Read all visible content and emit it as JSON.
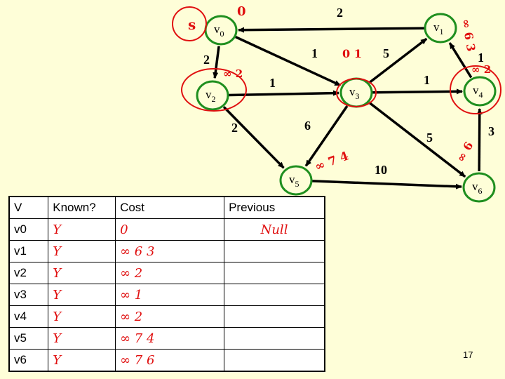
{
  "graph": {
    "nodes": [
      {
        "id": "v0",
        "label": "v",
        "sub": "0"
      },
      {
        "id": "v1",
        "label": "v",
        "sub": "1"
      },
      {
        "id": "v2",
        "label": "v",
        "sub": "2"
      },
      {
        "id": "v3",
        "label": "v",
        "sub": "3"
      },
      {
        "id": "v4",
        "label": "v",
        "sub": "4"
      },
      {
        "id": "v5",
        "label": "v",
        "sub": "5"
      },
      {
        "id": "v6",
        "label": "v",
        "sub": "6"
      }
    ],
    "edges": [
      {
        "from": "v1",
        "to": "v0",
        "weight": "2"
      },
      {
        "from": "v0",
        "to": "v3",
        "weight": "1"
      },
      {
        "from": "v0",
        "to": "v2",
        "weight": "2"
      },
      {
        "from": "v3",
        "to": "v1",
        "weight": "5"
      },
      {
        "from": "v4",
        "to": "v1",
        "weight": "1"
      },
      {
        "from": "v2",
        "to": "v3",
        "weight": "1"
      },
      {
        "from": "v3",
        "to": "v4",
        "weight": "1"
      },
      {
        "from": "v2",
        "to": "v5",
        "weight": "2"
      },
      {
        "from": "v3",
        "to": "v5",
        "weight": "6"
      },
      {
        "from": "v3",
        "to": "v6",
        "weight": "5"
      },
      {
        "from": "v5",
        "to": "v6",
        "weight": "10"
      },
      {
        "from": "v6",
        "to": "v4",
        "weight": "3"
      }
    ],
    "annotations": {
      "start_mark": "s",
      "v0": "0",
      "v1": "∞ 6 3",
      "v2": "∞ 2",
      "v3": "0 1",
      "v4": "∞ 2",
      "v5": "∞ 7 4",
      "v6": "∞ 6"
    }
  },
  "table": {
    "headers": [
      "V",
      "Known?",
      "Cost",
      "Previous"
    ],
    "rows": [
      {
        "v": "v0",
        "known": "Y",
        "cost": "0",
        "previous": "Null"
      },
      {
        "v": "v1",
        "known": "Y",
        "cost": "∞ 6 3",
        "previous": ""
      },
      {
        "v": "v2",
        "known": "Y",
        "cost": "∞ 2",
        "previous": ""
      },
      {
        "v": "v3",
        "known": "Y",
        "cost": "∞ 1",
        "previous": ""
      },
      {
        "v": "v4",
        "known": "Y",
        "cost": "∞ 2",
        "previous": ""
      },
      {
        "v": "v5",
        "known": "Y",
        "cost": "∞ 7 4",
        "previous": ""
      },
      {
        "v": "v6",
        "known": "Y",
        "cost": "∞ 7 6",
        "previous": ""
      }
    ]
  },
  "slide_number": "17",
  "colors": {
    "background": "#fefed8",
    "node_stroke": "#1f8f1f",
    "ink": "#e01010"
  }
}
